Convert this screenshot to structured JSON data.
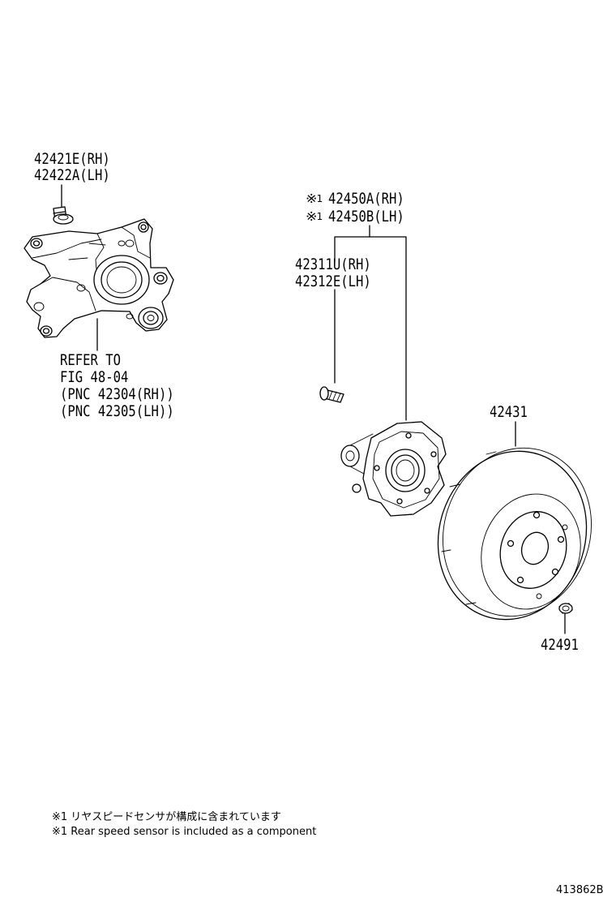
{
  "parts": {
    "knuckle_bolt": [
      "42421E(RH)",
      "42422A(LH)"
    ],
    "knuckle_ref": [
      "REFER TO",
      "FIG 48-04",
      "(PNC 42304(RH))",
      "(PNC 42305(LH))"
    ],
    "hub_assy_mark": "※",
    "hub_assy_mark_num": "1",
    "hub_assy": [
      "42450A(RH)",
      "42450B(LH)"
    ],
    "hub_bolt": [
      "42311U(RH)",
      "42312E(LH)"
    ],
    "disc": "42431",
    "disc_screw": "42491"
  },
  "notes": {
    "japanese": "※1 リヤスピードセンサが構成に含まれています",
    "english": "※1 Rear speed sensor is included as a component"
  },
  "figure_id": "413862B"
}
